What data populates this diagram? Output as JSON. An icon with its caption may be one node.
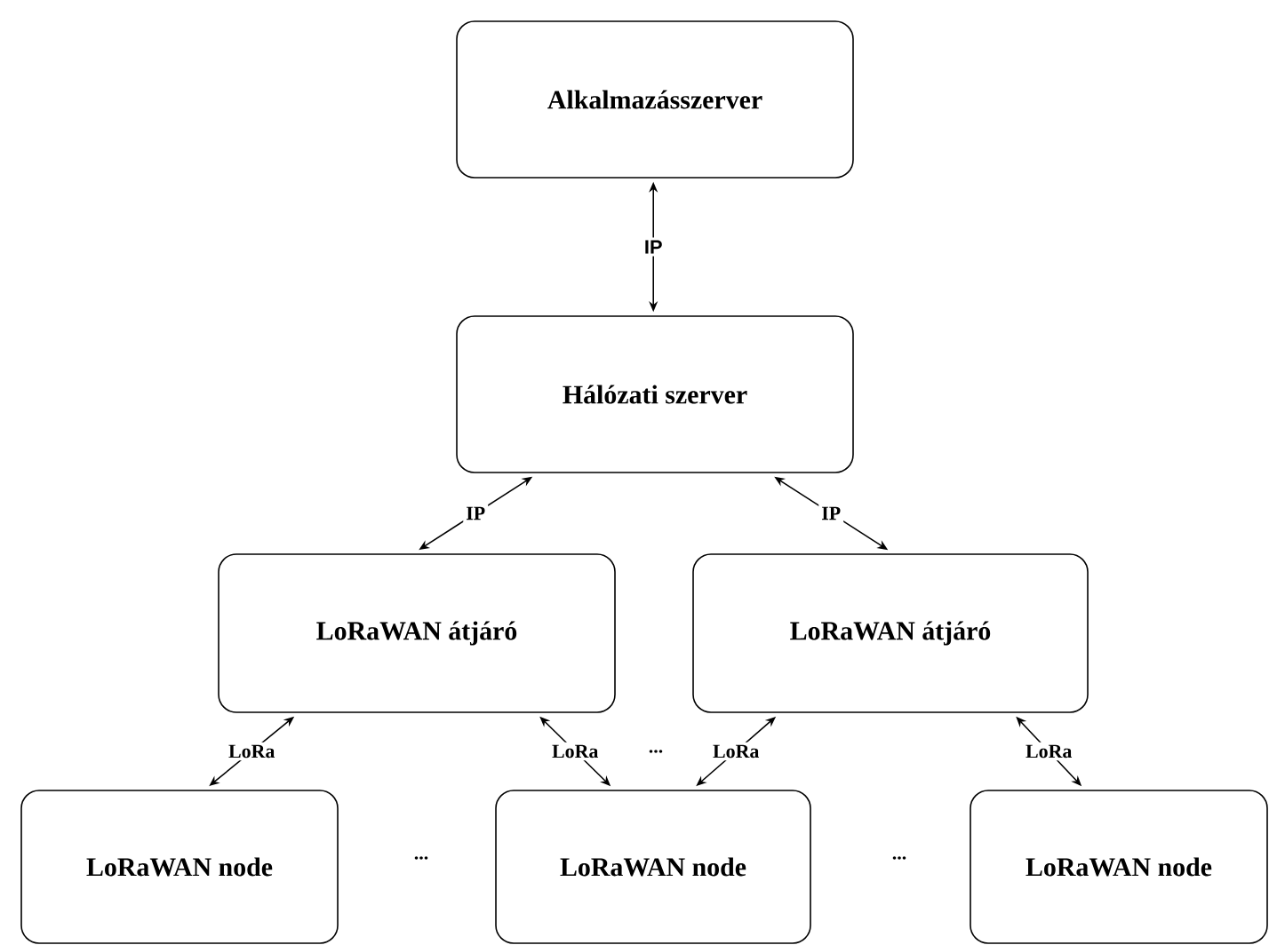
{
  "diagram": {
    "nodes": [
      {
        "text": [
          "Alkalmazásszerver"
        ]
      },
      {
        "text": [
          "Hálózati szerver"
        ]
      },
      {
        "text": [
          "LoRaWAN átjáró"
        ]
      },
      {
        "text": [
          "LoRaWAN átjáró"
        ]
      },
      {
        "text": [
          "LoRaWAN node"
        ]
      },
      {
        "text": [
          "LoRaWAN node"
        ]
      },
      {
        "text": [
          "LoRaWAN node"
        ]
      }
    ],
    "edges": [
      {
        "from": 0,
        "to": 1,
        "arrow": "both",
        "label": "IP"
      },
      {
        "from": 1,
        "to": 2,
        "arrow": "both",
        "label": "IP"
      },
      {
        "from": 1,
        "to": 3,
        "arrow": "both",
        "label": "IP"
      },
      {
        "from": 2,
        "to": 4,
        "arrow": "both",
        "label": "LoRa"
      },
      {
        "from": 2,
        "to": 5,
        "arrow": "both",
        "label": "LoRa"
      },
      {
        "from": 3,
        "to": 5,
        "arrow": "both",
        "label": "LoRa"
      },
      {
        "from": 3,
        "to": 6,
        "arrow": "both",
        "label": "LoRa"
      }
    ],
    "labels": [
      "...",
      "...",
      "..."
    ]
  }
}
